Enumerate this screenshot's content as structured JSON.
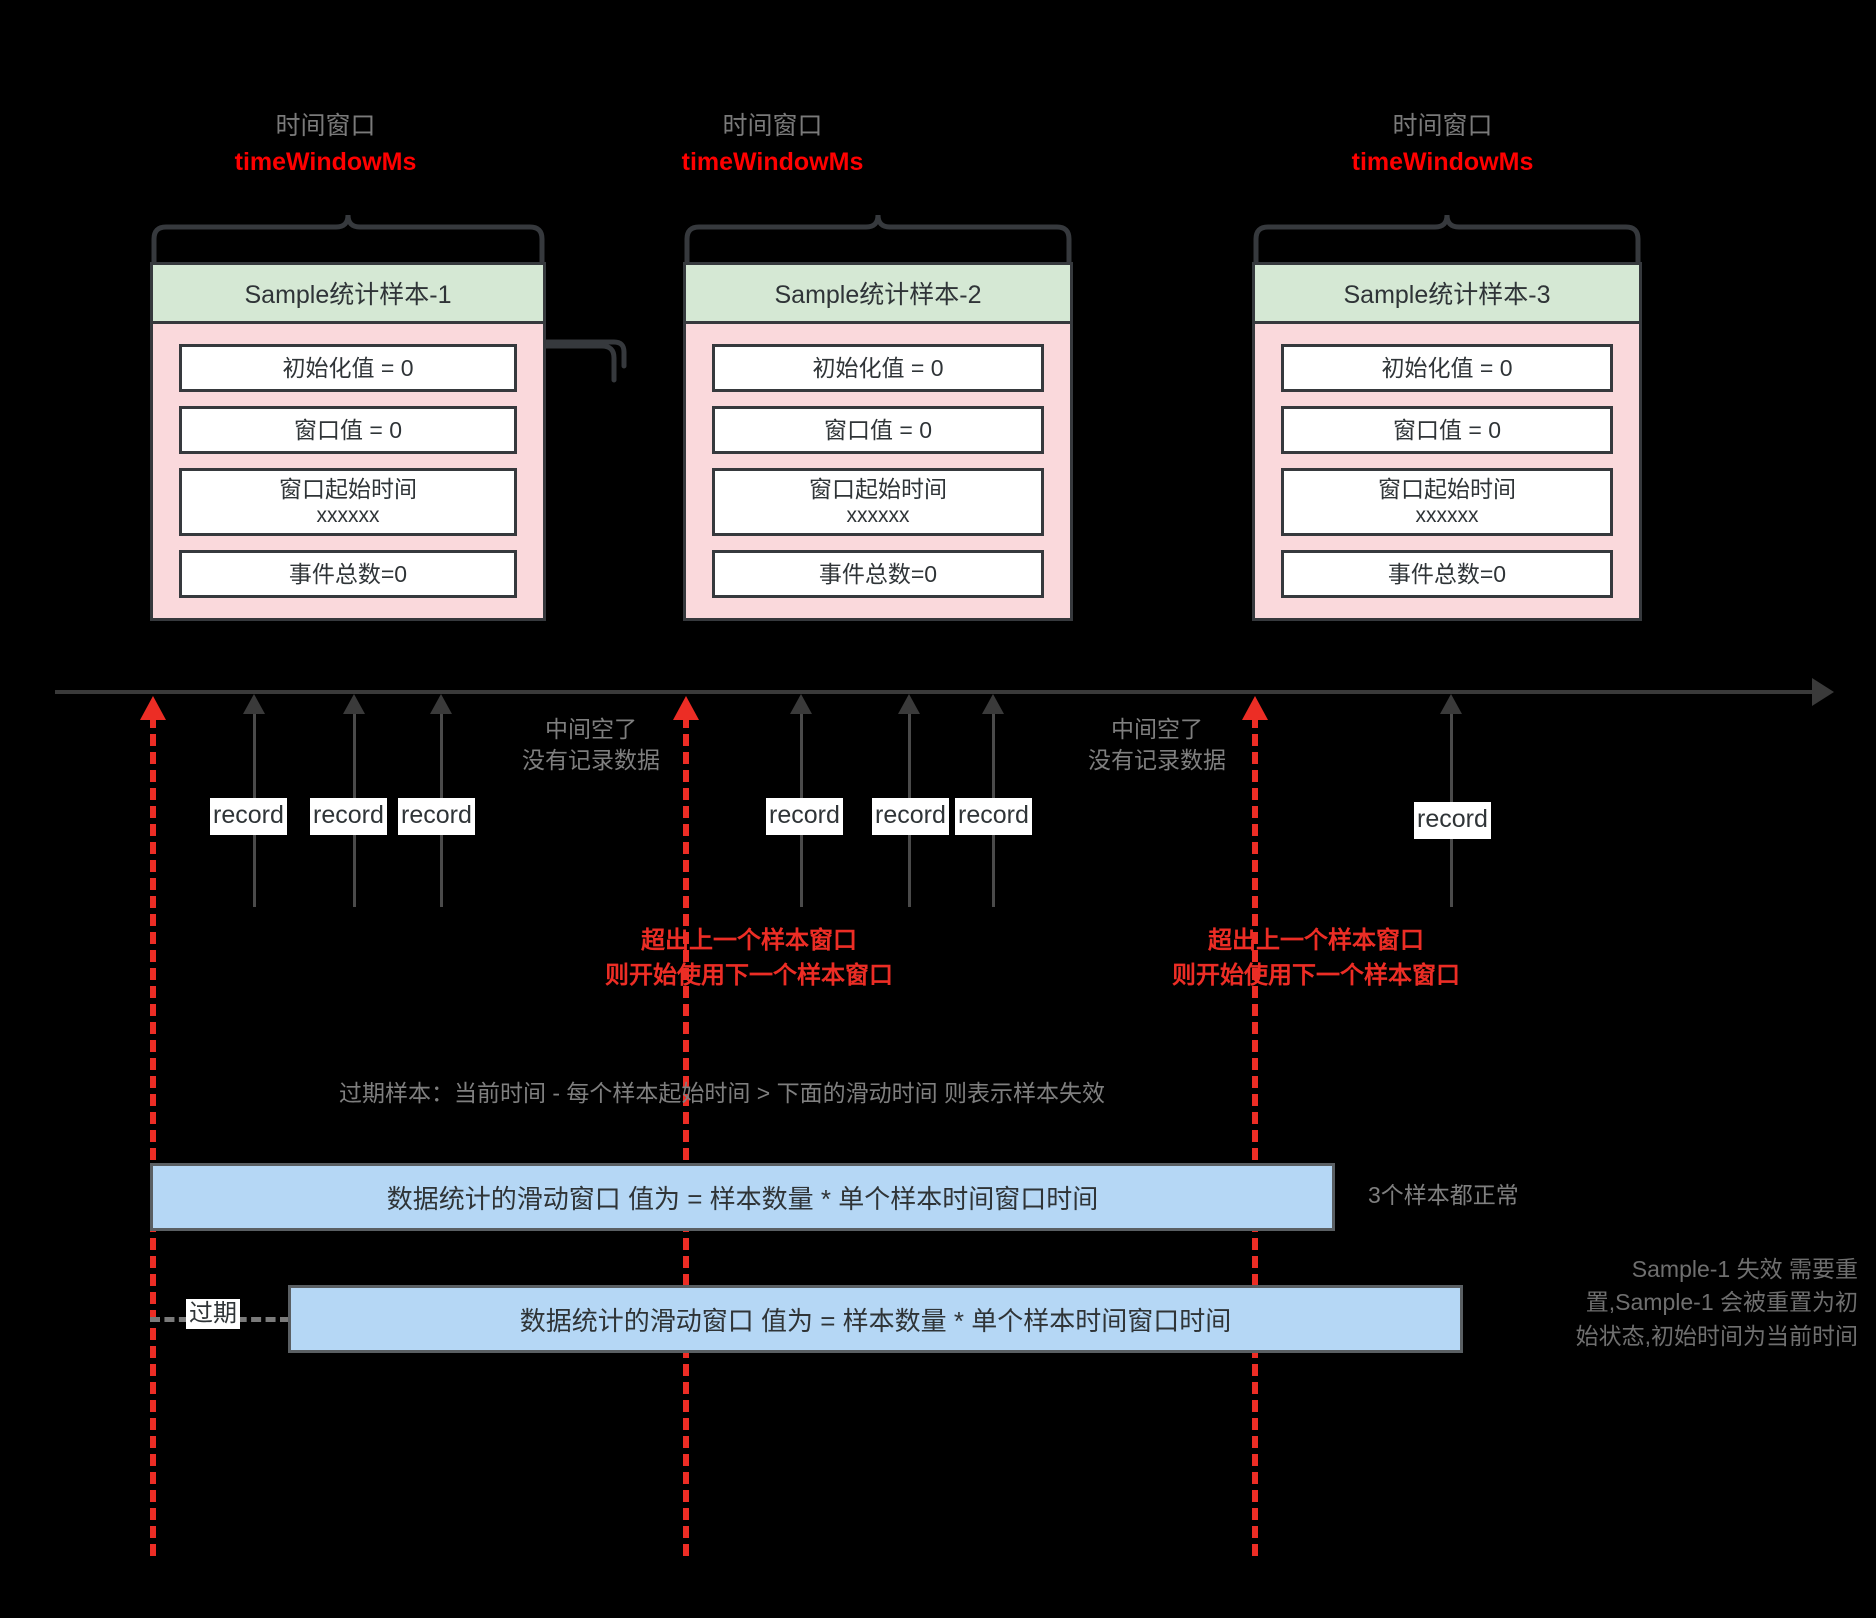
{
  "diagram": {
    "title_hidden": "",
    "colors": {
      "background": "#000000",
      "sample_header": "#d5e8d4",
      "sample_body": "#fad9dc",
      "field_box": "#ffffff",
      "accent_red": "#ec2d25",
      "slider_blue": "#b5d7f5",
      "note_gray": "#7f7f7f",
      "stroke": "#36393d"
    }
  },
  "window_labels": [
    {
      "line1": "时间窗口",
      "line2": "timeWindowMs"
    },
    {
      "line1": "时间窗口",
      "line2": "timeWindowMs"
    },
    {
      "line1": "时间窗口",
      "line2": "timeWindowMs"
    }
  ],
  "samples": [
    {
      "header": "Sample统计样本-1",
      "fields": [
        {
          "label": "初始化值 = 0",
          "sub": ""
        },
        {
          "label": "窗口值 = 0",
          "sub": ""
        },
        {
          "label": "窗口起始时间",
          "sub": "xxxxxx"
        },
        {
          "label": "事件总数=0",
          "sub": ""
        }
      ]
    },
    {
      "header": "Sample统计样本-2",
      "fields": [
        {
          "label": "初始化值 = 0",
          "sub": ""
        },
        {
          "label": "窗口值 = 0",
          "sub": ""
        },
        {
          "label": "窗口起始时间",
          "sub": "xxxxxx"
        },
        {
          "label": "事件总数=0",
          "sub": ""
        }
      ]
    },
    {
      "header": "Sample统计样本-3",
      "fields": [
        {
          "label": "初始化值 = 0",
          "sub": ""
        },
        {
          "label": "窗口值 = 0",
          "sub": ""
        },
        {
          "label": "窗口起始时间",
          "sub": "xxxxxx"
        },
        {
          "label": "事件总数=0",
          "sub": ""
        }
      ]
    }
  ],
  "records": [
    {
      "label": "record"
    },
    {
      "label": "record"
    },
    {
      "label": "record"
    },
    {
      "label": "record"
    },
    {
      "label": "record"
    },
    {
      "label": "record"
    },
    {
      "label": "record"
    }
  ],
  "gap_notes": [
    {
      "line1": "中间空了",
      "line2": "没有记录数据"
    },
    {
      "line1": "中间空了",
      "line2": "没有记录数据"
    }
  ],
  "red_notes": [
    {
      "line1": "超出上一个样本窗口",
      "line2": "则开始使用下一个样本窗口"
    },
    {
      "line1": "超出上一个样本窗口",
      "line2": "则开始使用下一个样本窗口"
    }
  ],
  "expire_rule": "过期样本：当前时间 - 每个样本起始时间 > 下面的滑动时间 则表示样本失效",
  "sliders": [
    {
      "text": "数据统计的滑动窗口 值为 = 样本数量 * 单个样本时间窗口时间"
    },
    {
      "text": "数据统计的滑动窗口 值为 = 样本数量 * 单个样本时间窗口时间"
    }
  ],
  "expire_tag": "过期",
  "side_notes": {
    "top": "3个样本都正常",
    "bottom_line1": "Sample-1 失效 需要重",
    "bottom_line2": "置,Sample-1 会被重置为初",
    "bottom_line3": "始状态,初始时间为当前时间"
  }
}
